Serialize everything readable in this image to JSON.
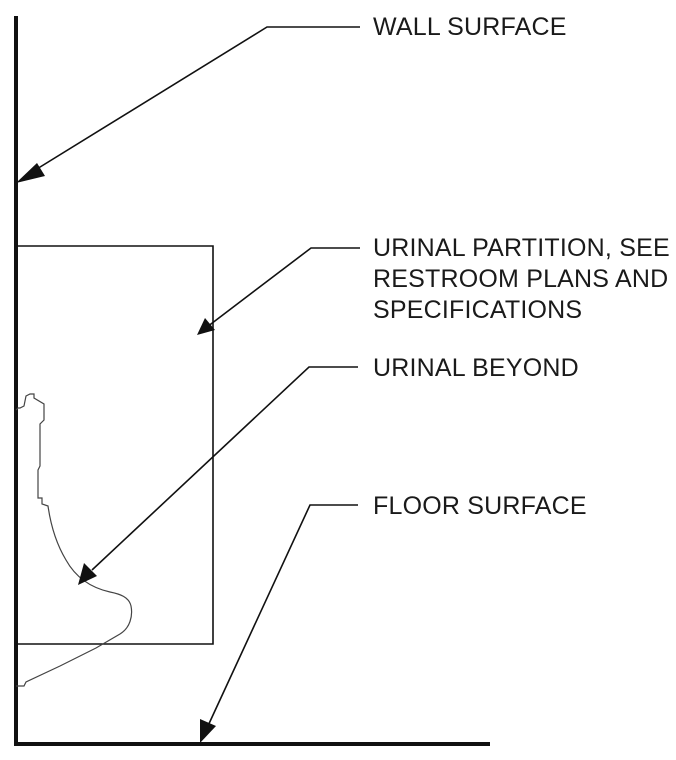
{
  "callouts": {
    "wall_surface": {
      "lines": [
        "WALL SURFACE"
      ]
    },
    "urinal_partition": {
      "lines": [
        "URINAL PARTITION, SEE",
        "RESTROOM PLANS AND",
        "SPECIFICATIONS"
      ]
    },
    "urinal_beyond": {
      "lines": [
        "URINAL BEYOND"
      ]
    },
    "floor_surface": {
      "lines": [
        "FLOOR SURFACE"
      ]
    }
  }
}
